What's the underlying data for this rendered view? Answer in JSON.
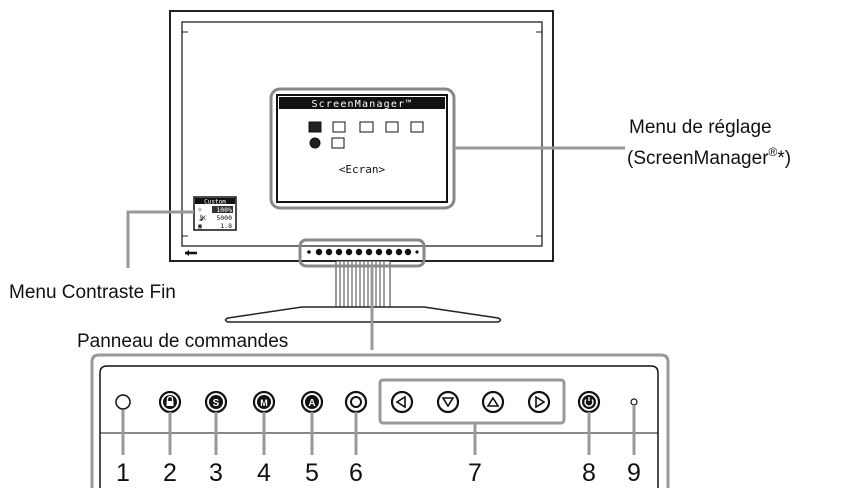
{
  "screen_manager": {
    "title": "ScreenManager™",
    "selected_item": "<Ecran>"
  },
  "fine_contrast": {
    "title": "Custom",
    "rows": [
      {
        "icon": "brightness-icon",
        "value": "100%"
      },
      {
        "icon": "temperature-icon",
        "prefix": "K",
        "value": "5000"
      },
      {
        "icon": "gamma-icon",
        "value": "1.8"
      }
    ]
  },
  "callouts": {
    "adjustment_menu_line1": "Menu de réglage",
    "adjustment_menu_line2": "(ScreenManager",
    "adjustment_menu_sup": "®",
    "adjustment_menu_end": "*)",
    "fine_contrast_menu": "Menu Contraste Fin",
    "control_panel": "Panneau de commandes"
  },
  "control_panel": {
    "buttons": [
      {
        "number": "1",
        "icon": "sensor-icon"
      },
      {
        "number": "2",
        "icon": "lock-icon",
        "glyph": "🔒"
      },
      {
        "number": "3",
        "icon": "s-button-icon",
        "glyph": "S"
      },
      {
        "number": "4",
        "icon": "mode-button-icon",
        "glyph": "M"
      },
      {
        "number": "5",
        "icon": "auto-button-icon",
        "glyph": "A"
      },
      {
        "number": "6",
        "icon": "enter-button-icon"
      },
      {
        "number": "7",
        "icon": "arrow-buttons-icon",
        "arrows": [
          "◁",
          "▽",
          "△",
          "▷"
        ]
      },
      {
        "number": "8",
        "icon": "power-icon"
      },
      {
        "number": "9",
        "icon": "power-indicator-icon"
      }
    ]
  }
}
